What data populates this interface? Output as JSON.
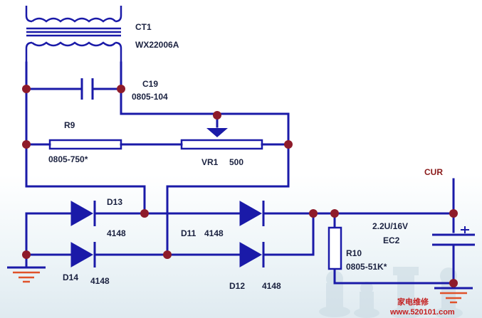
{
  "labels": {
    "ct1": "CT1",
    "ct1_part": "WX22006A",
    "c19": "C19",
    "c19_val": "0805-104",
    "r9": "R9",
    "r9_val": "0805-750*",
    "vr1": "VR1",
    "vr1_val": "500",
    "d13": "D13",
    "d13_val": "4148",
    "d11": "D11",
    "d11_val": "4148",
    "d14": "D14",
    "d14_val": "4148",
    "d12": "D12",
    "d12_val": "4148",
    "r10": "R10",
    "r10_val": "0805-51K*",
    "ec2_val": "2.2U/16V",
    "ec2": "EC2",
    "cur": "CUR"
  },
  "watermark": {
    "cn": "家电维修",
    "site": "www.520101.com"
  },
  "colors": {
    "wire": "#1a1aa8",
    "node": "#8e1b2a",
    "ground": "#e0522a",
    "text": "#1b2240",
    "text_red": "#8a1a1a"
  }
}
